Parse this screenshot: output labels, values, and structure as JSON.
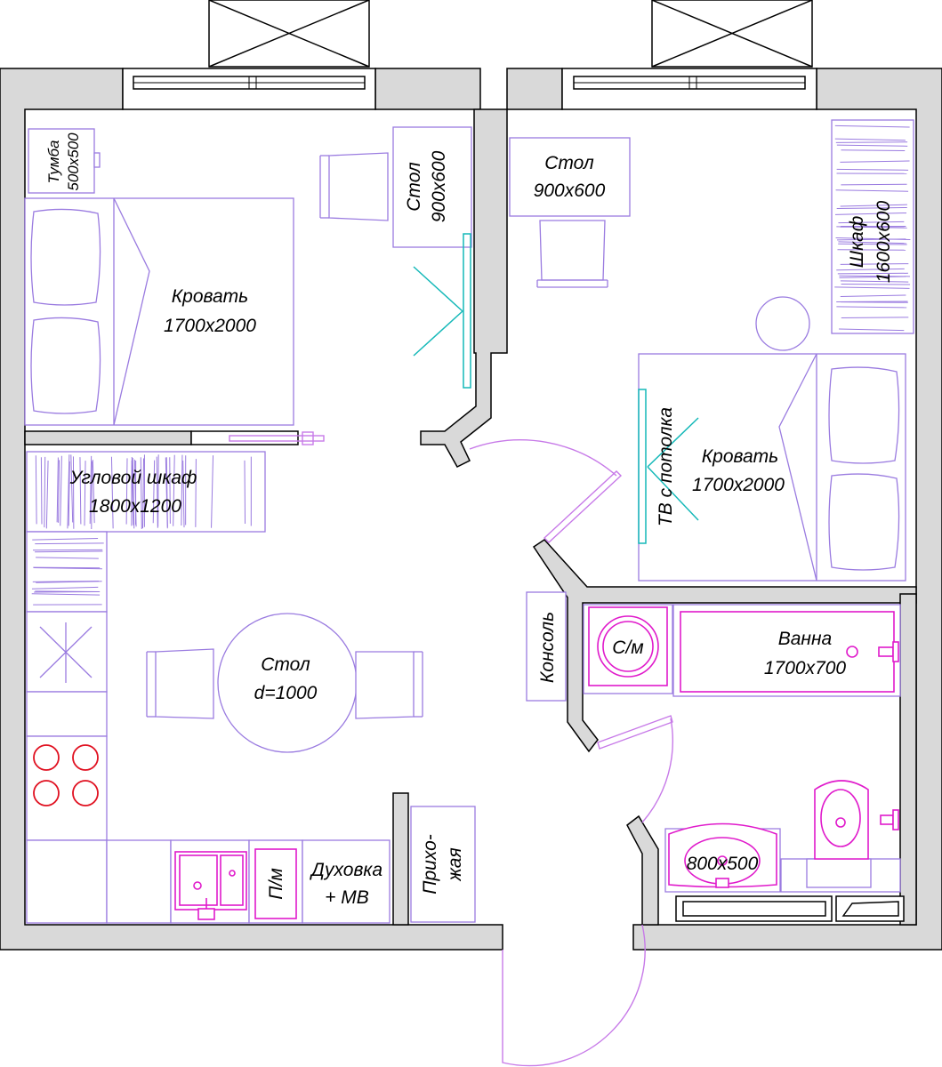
{
  "labels": {
    "tumba": "Тумба",
    "tumba_size": "500x500",
    "desk_left": "Стол",
    "desk_left_size": "900x600",
    "desk_right": "Стол",
    "desk_right_size": "900x600",
    "wardrobe": "Шкаф",
    "wardrobe_size": "1600x600",
    "bed_left": "Кровать",
    "bed_left_size": "1700x2000",
    "bed_right": "Кровать",
    "bed_right_size": "1700x2000",
    "tv": "ТВ с потолка",
    "corner_wardrobe": "Угловой шкаф",
    "corner_wardrobe_size": "1800x1200",
    "round_table": "Стол",
    "round_table_size": "d=1000",
    "console": "Консоль",
    "washer": "С/м",
    "bath": "Ванна",
    "bath_size": "1700x700",
    "dishwasher": "П/м",
    "oven": "Духовка",
    "oven_mw": "+ МВ",
    "hall_1": "Прихо-",
    "hall_2": "жая",
    "sink_size": "800x500"
  },
  "colors": {
    "walls": "#d9d9d9",
    "furniture": "#9a7be0",
    "plumbing": "#e01acb",
    "doors": "#c77ae8",
    "tv": "#14b8b8",
    "burners": "#e01020"
  }
}
